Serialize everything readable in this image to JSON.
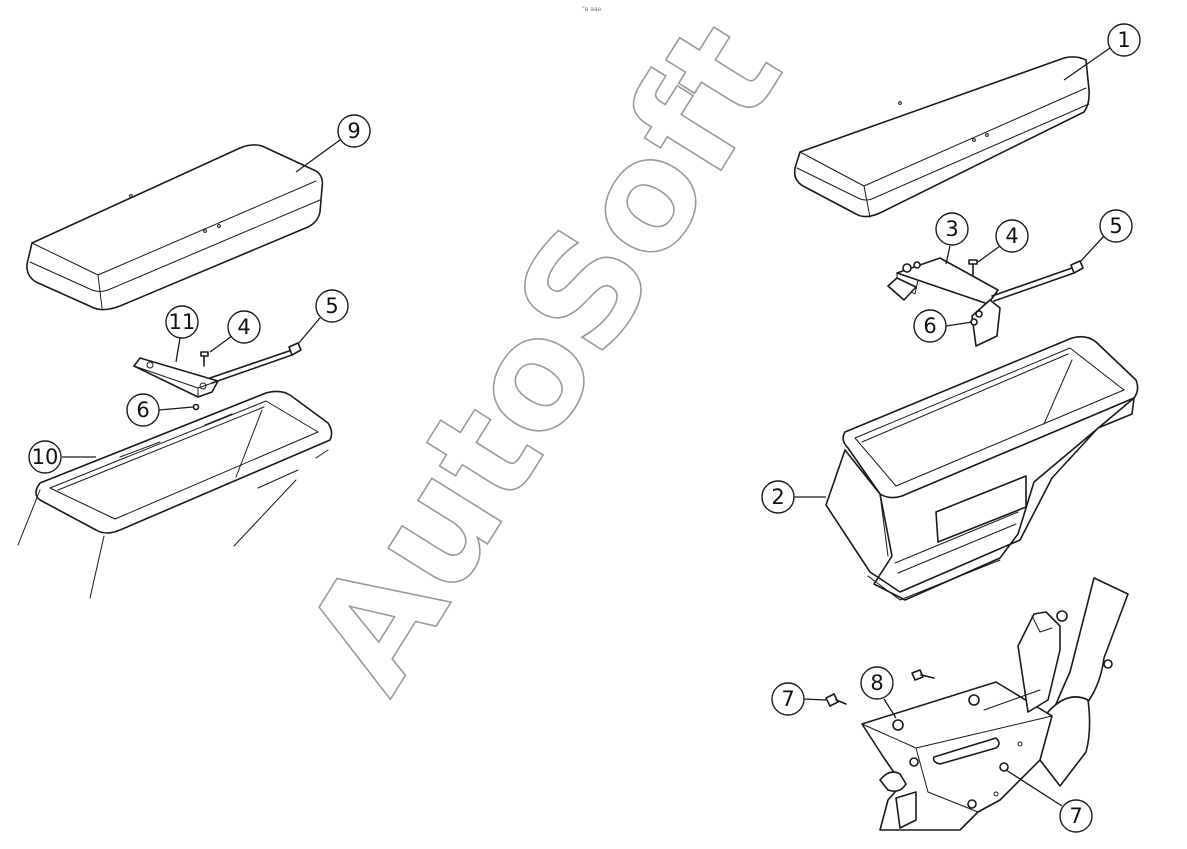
{
  "diagram": {
    "watermark": "AutoSoft",
    "top_mark": "\"в ааа",
    "callouts": [
      {
        "id": "c1",
        "label": "1"
      },
      {
        "id": "c2",
        "label": "2"
      },
      {
        "id": "c3",
        "label": "3"
      },
      {
        "id": "c4r",
        "label": "4"
      },
      {
        "id": "c5r",
        "label": "5"
      },
      {
        "id": "c6r",
        "label": "6"
      },
      {
        "id": "c7a",
        "label": "7"
      },
      {
        "id": "c7b",
        "label": "7"
      },
      {
        "id": "c8",
        "label": "8"
      },
      {
        "id": "c9",
        "label": "9"
      },
      {
        "id": "c10",
        "label": "10"
      },
      {
        "id": "c11",
        "label": "11"
      },
      {
        "id": "c4l",
        "label": "4"
      },
      {
        "id": "c5l",
        "label": "5"
      },
      {
        "id": "c6l",
        "label": "6"
      }
    ]
  }
}
